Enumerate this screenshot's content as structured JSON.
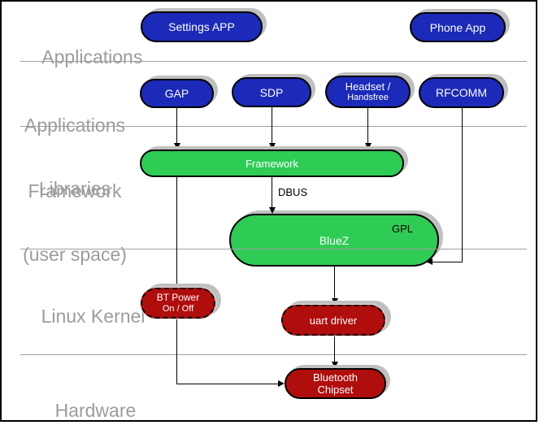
{
  "colors": {
    "node_blue": "#1b2ab8",
    "node_green": "#2ecc55",
    "node_red": "#b00d0d",
    "layer_label_gray": "#9c9c9c",
    "divider_gray": "#9f9f9f",
    "shadow_gray": "#c0c0c0",
    "text_on_node": "#ffffff"
  },
  "layer_labels": [
    {
      "id": "applications",
      "lines": [
        "Applications"
      ]
    },
    {
      "id": "applications-framework",
      "lines": [
        "Applications",
        "Framework"
      ]
    },
    {
      "id": "libraries-user-space",
      "lines": [
        "Libraries",
        "(user space)"
      ]
    },
    {
      "id": "linux-kernel",
      "lines": [
        "Linux Kernel"
      ]
    },
    {
      "id": "hardware",
      "lines": [
        "Hardware"
      ]
    }
  ],
  "nodes": {
    "settings_app": {
      "lines": [
        "Settings APP"
      ],
      "color": "blue"
    },
    "phone_app": {
      "lines": [
        "Phone App"
      ],
      "color": "blue"
    },
    "gap": {
      "lines": [
        "GAP"
      ],
      "color": "blue"
    },
    "sdp": {
      "lines": [
        "SDP"
      ],
      "color": "blue"
    },
    "headset_handsfree": {
      "lines": [
        "Headset /",
        "Handsfree"
      ],
      "color": "blue"
    },
    "rfcomm": {
      "lines": [
        "RFCOMM"
      ],
      "color": "blue"
    },
    "framework": {
      "lines": [
        "Framework"
      ],
      "color": "green"
    },
    "bluez": {
      "lines": [
        "BlueZ"
      ],
      "badge": "GPL",
      "color": "green"
    },
    "bt_power": {
      "lines": [
        "BT Power",
        "On / Off"
      ],
      "color": "red",
      "border": "dashed"
    },
    "uart_driver": {
      "lines": [
        "uart driver"
      ],
      "color": "red",
      "border": "dashed"
    },
    "bluetooth_chipset": {
      "lines": [
        "Bluetooth",
        "Chipset"
      ],
      "color": "red",
      "border": "solid"
    }
  },
  "connector_labels": {
    "dbus": "DBUS"
  }
}
